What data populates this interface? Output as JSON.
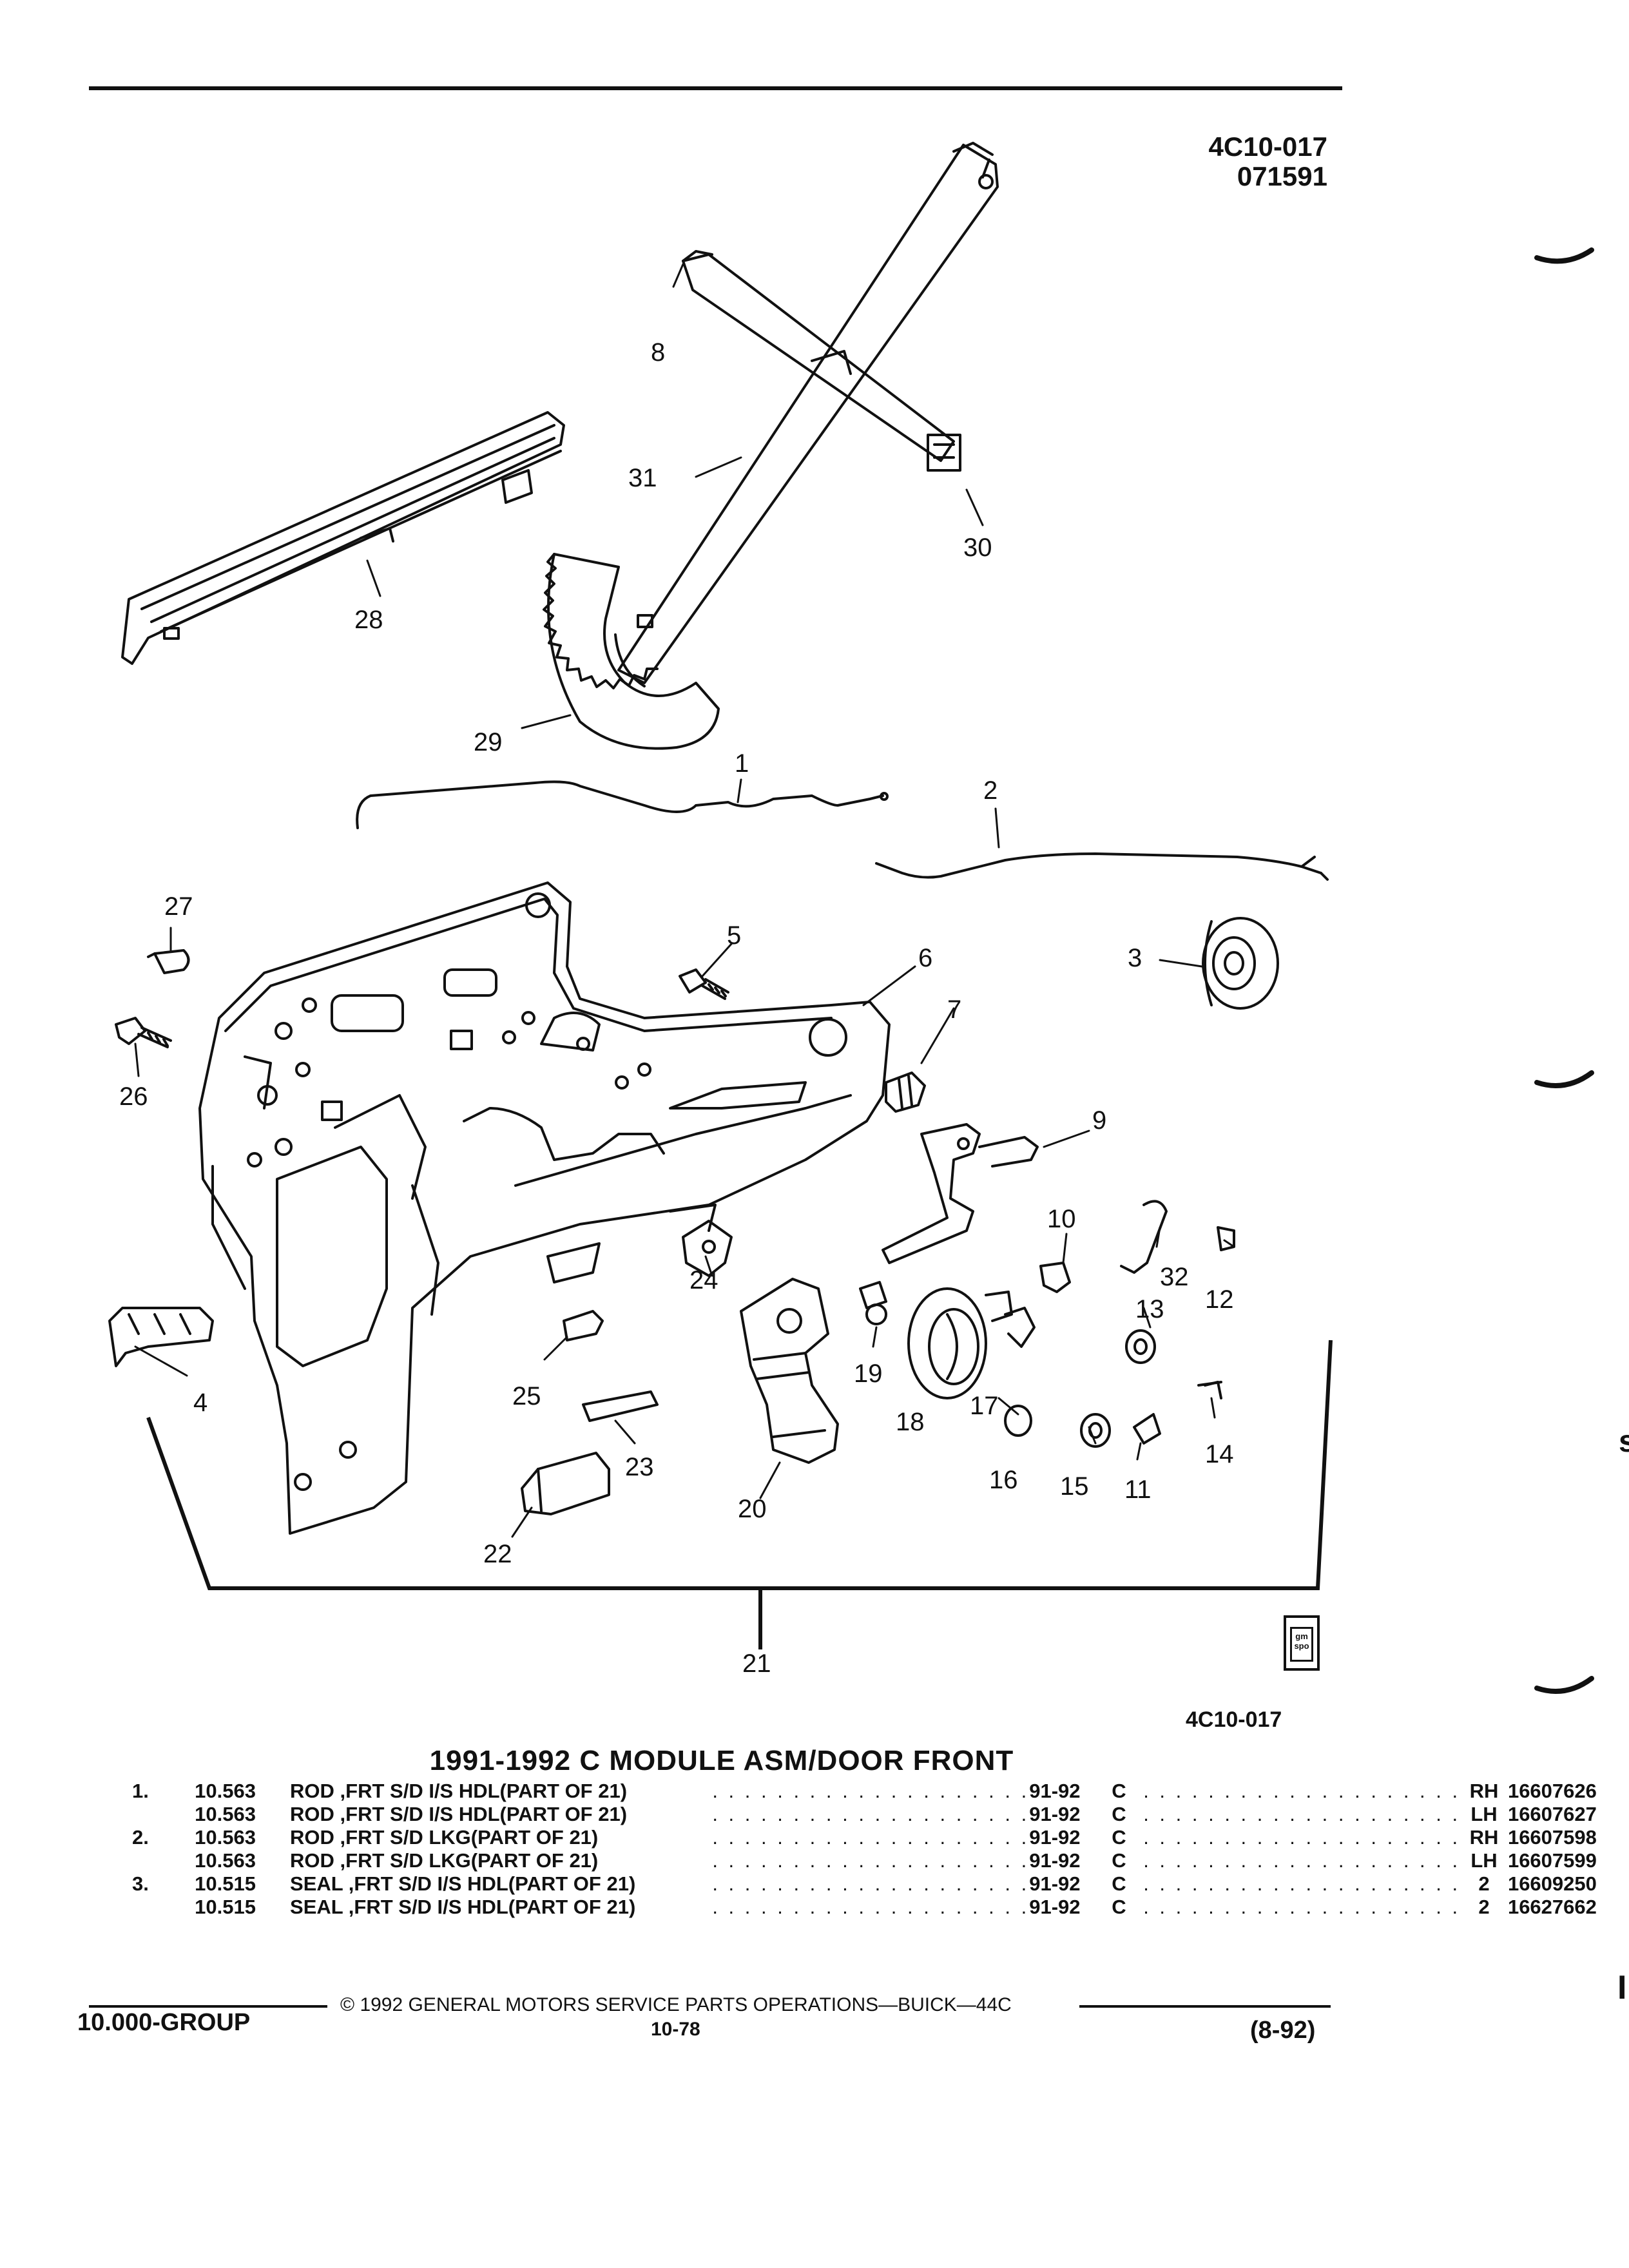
{
  "header": {
    "ref_code": "4C10-017",
    "ref_date": "071591"
  },
  "diagram": {
    "callouts": [
      "1",
      "2",
      "3",
      "4",
      "5",
      "6",
      "7",
      "8",
      "9",
      "10",
      "11",
      "12",
      "13",
      "14",
      "15",
      "16",
      "17",
      "18",
      "19",
      "20",
      "21",
      "22",
      "23",
      "24",
      "25",
      "26",
      "27",
      "28",
      "29",
      "30",
      "31",
      "32"
    ],
    "figure_ref": "4C10-017",
    "logo_text": "gm spo"
  },
  "section": {
    "title": "1991-1992 C MODULE ASM/DOOR FRONT"
  },
  "parts": [
    {
      "item": "1.",
      "group": "10.563",
      "description": "ROD ,FRT S/D I/S HDL(PART OF 21)",
      "years": "91-92",
      "model": "C",
      "side": "RH",
      "part_number": "16607626"
    },
    {
      "item": "",
      "group": "10.563",
      "description": "ROD ,FRT S/D I/S HDL(PART OF 21)",
      "years": "91-92",
      "model": "C",
      "side": "LH",
      "part_number": "16607627"
    },
    {
      "item": "2.",
      "group": "10.563",
      "description": "ROD ,FRT S/D LKG(PART OF 21)",
      "years": "91-92",
      "model": "C",
      "side": "RH",
      "part_number": "16607598"
    },
    {
      "item": "",
      "group": "10.563",
      "description": "ROD ,FRT S/D LKG(PART OF 21)",
      "years": "91-92",
      "model": "C",
      "side": "LH",
      "part_number": "16607599"
    },
    {
      "item": "3.",
      "group": "10.515",
      "description": "SEAL ,FRT S/D I/S HDL(PART OF 21)",
      "years": "91-92",
      "model": "C",
      "side": "2",
      "part_number": "16609250"
    },
    {
      "item": "",
      "group": "10.515",
      "description": "SEAL ,FRT S/D I/S HDL(PART OF 21)",
      "years": "91-92",
      "model": "C",
      "side": "2",
      "part_number": "16627662"
    }
  ],
  "footer": {
    "group": "10.000-GROUP",
    "copyright": "© 1992 GENERAL MOTORS SERVICE PARTS OPERATIONS—BUICK—44C",
    "page": "10-78",
    "date_code": "(8-92)"
  },
  "margin_marks": {
    "s_mark": "s",
    "i_mark": "I"
  }
}
